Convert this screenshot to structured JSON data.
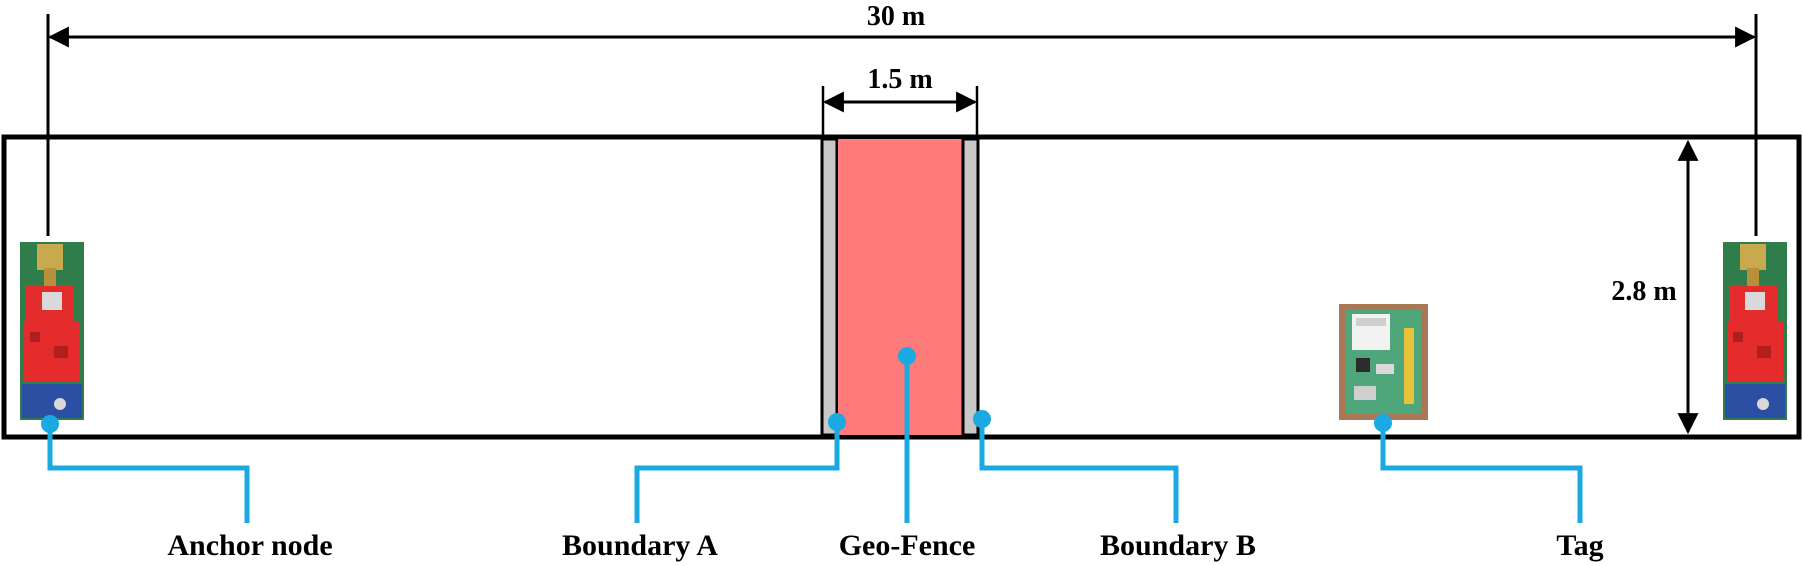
{
  "dimensions": {
    "total_length": "30 m",
    "fence_width": "1.5 m",
    "corridor_width": "2.8 m"
  },
  "labels": {
    "anchor_node": "Anchor node",
    "boundary_a": "Boundary A",
    "geo_fence": "Geo-Fence",
    "boundary_b": "Boundary B",
    "tag": "Tag"
  },
  "colors": {
    "geo_fence_fill": "#ff7b7b",
    "boundary_fill": "#c8c8c8",
    "callout_line": "#1aa9e1",
    "board_red": "#e42c2c",
    "board_green": "#2f7d4a",
    "tag_board": "#4fa67a"
  },
  "devices": {
    "anchor_icon": "uwb-anchor-board-icon",
    "tag_icon": "uwb-tag-board-icon"
  }
}
